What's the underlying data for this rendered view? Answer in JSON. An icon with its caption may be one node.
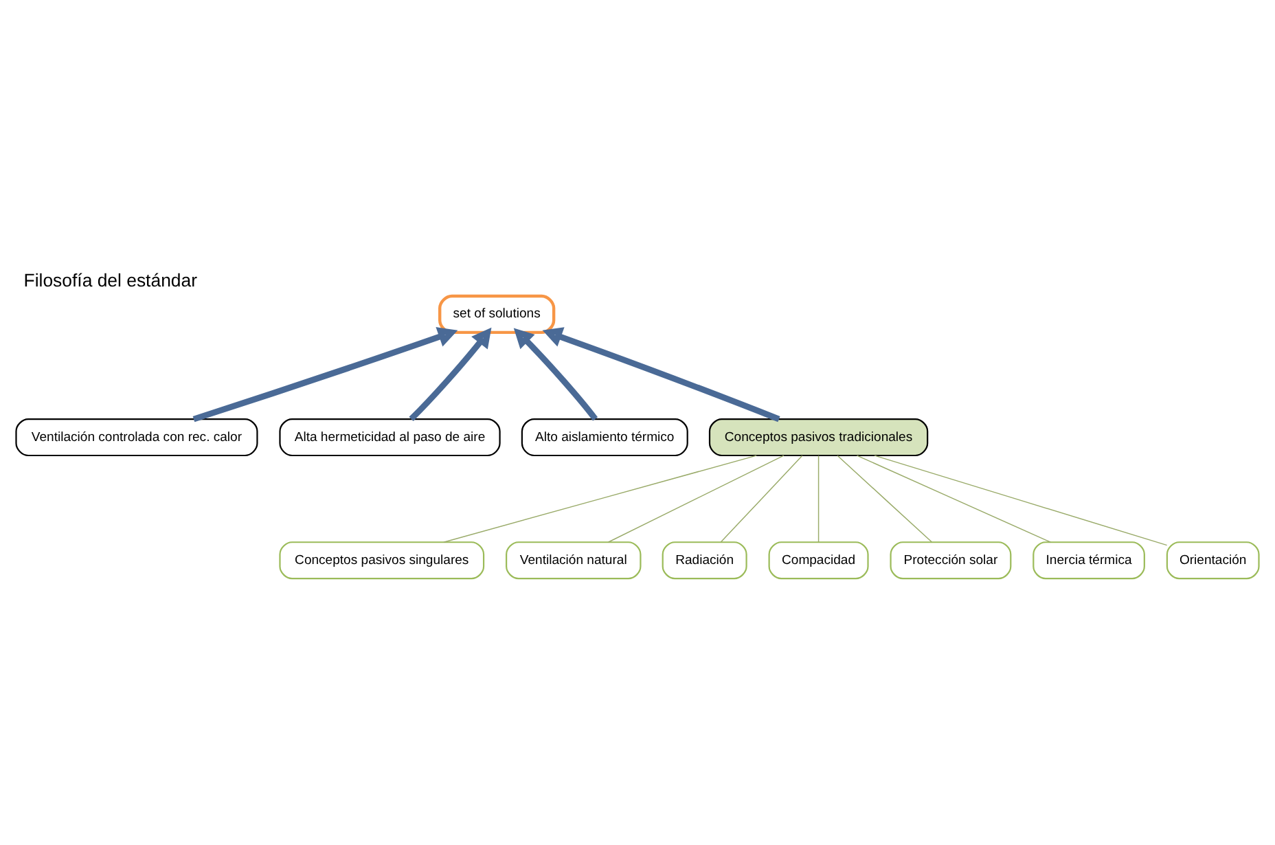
{
  "diagram": {
    "title": "Filosofía del estándar",
    "nodes": [
      {
        "text": [
          "set of solutions"
        ]
      },
      {
        "text": [
          "Ventilación controlada con rec. calor"
        ]
      },
      {
        "text": [
          "Alta hermeticidad al paso de aire"
        ]
      },
      {
        "text": [
          "Alto aislamiento térmico"
        ]
      },
      {
        "text": [
          "Conceptos pasivos tradicionales"
        ]
      },
      {
        "text": [
          "Conceptos pasivos singulares"
        ]
      },
      {
        "text": [
          "Ventilación natural"
        ]
      },
      {
        "text": [
          "Radiación"
        ]
      },
      {
        "text": [
          "Compacidad"
        ]
      },
      {
        "text": [
          "Protección solar"
        ]
      },
      {
        "text": [
          "Inercia térmica"
        ]
      },
      {
        "text": [
          "Orientación"
        ]
      }
    ],
    "edges": [
      {
        "from": 1,
        "to": 0,
        "arrow": "to",
        "style": "thick",
        "color": "#4a6a96"
      },
      {
        "from": 2,
        "to": 0,
        "arrow": "to",
        "style": "thick",
        "color": "#4a6a96"
      },
      {
        "from": 3,
        "to": 0,
        "arrow": "to",
        "style": "thick",
        "color": "#4a6a96"
      },
      {
        "from": 4,
        "to": 0,
        "arrow": "to",
        "style": "thick",
        "color": "#4a6a96"
      },
      {
        "from": 4,
        "to": 5,
        "arrow": "none"
      },
      {
        "from": 4,
        "to": 6,
        "arrow": "none"
      },
      {
        "from": 4,
        "to": 7,
        "arrow": "none"
      },
      {
        "from": 4,
        "to": 8,
        "arrow": "none"
      },
      {
        "from": 4,
        "to": 9,
        "arrow": "none"
      },
      {
        "from": 4,
        "to": 10,
        "arrow": "none"
      },
      {
        "from": 4,
        "to": 11,
        "arrow": "none"
      }
    ]
  }
}
